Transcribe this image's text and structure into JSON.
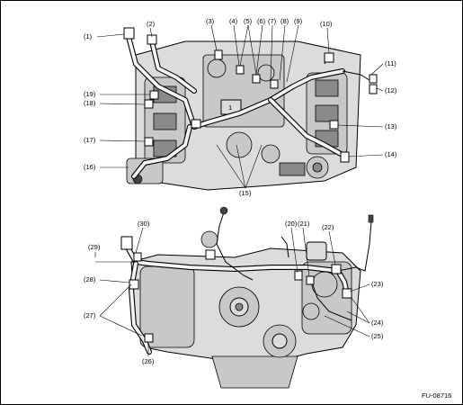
{
  "figure_code": "FU-08716",
  "callouts": {
    "c1": "(1)",
    "c2": "(2)",
    "c3": "(3)",
    "c4": "(4)",
    "c5": "(5)",
    "c6": "(6)",
    "c7": "(7)",
    "c8": "(8)",
    "c9": "(9)",
    "c10": "(10)",
    "c11": "(11)",
    "c12": "(12)",
    "c13": "(13)",
    "c14": "(14)",
    "c15": "(15)",
    "c16": "(16)",
    "c17": "(17)",
    "c18": "(18)",
    "c19": "(19)",
    "c20": "(20)",
    "c21": "(21)",
    "c22": "(22)",
    "c23": "(23)",
    "c24": "(24)",
    "c25": "(25)",
    "c26": "(26)",
    "c27": "(27)",
    "c28": "(28)",
    "c29": "(29)",
    "c30": "(30)"
  }
}
